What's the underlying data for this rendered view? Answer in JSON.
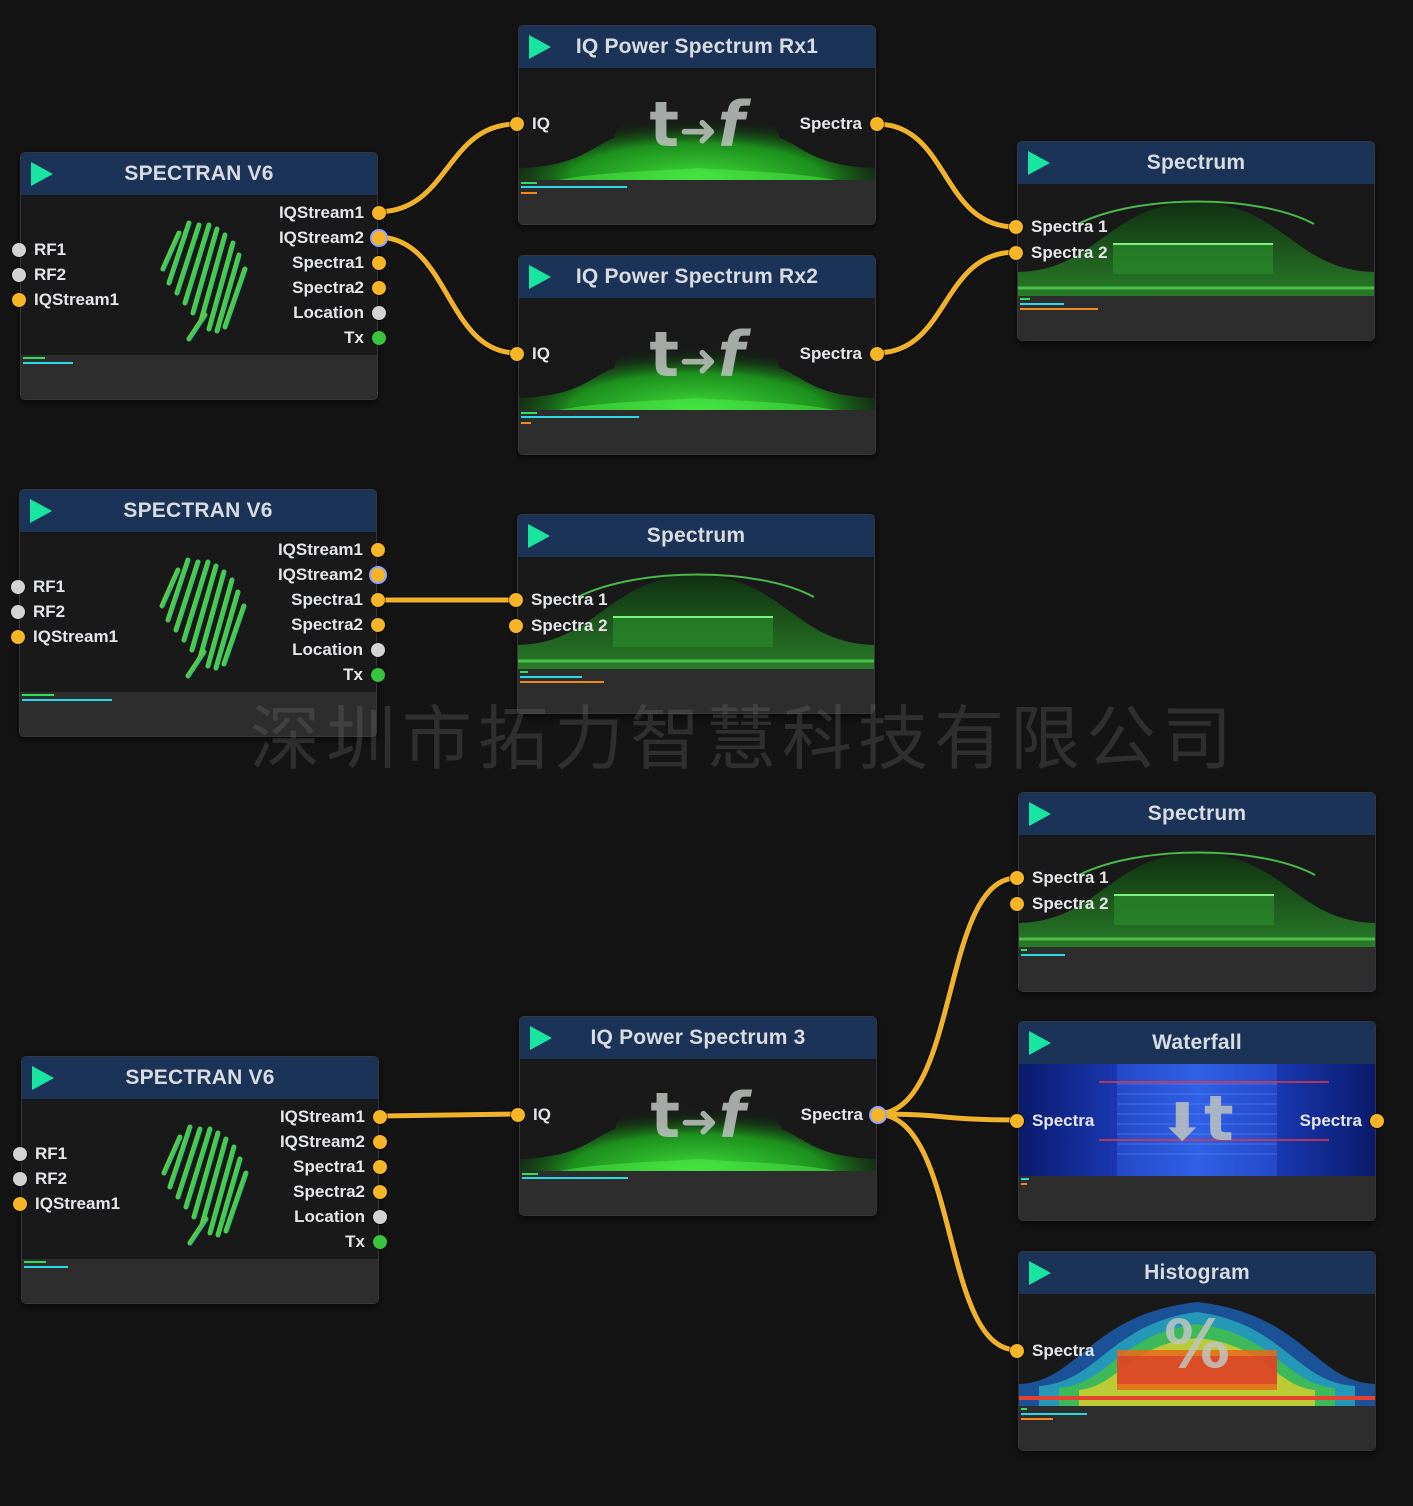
{
  "colors": {
    "background": "#141415",
    "header": "#1a3356",
    "play": "#18e6a0",
    "wire": "#f0b22a",
    "port_stream": "#f6b526",
    "port_rf": "#d3d3d3",
    "port_tx": "#38c43c"
  },
  "icons": {
    "play": "play-icon",
    "spectran_logo": "spectran-logo-icon",
    "fft": "time-to-frequency-icon",
    "waterfall": "down-arrow-time-icon",
    "histogram": "percent-icon"
  },
  "nodes": {
    "spectran1": {
      "title": "SPECTRAN V6",
      "inputs": [
        "RF1",
        "RF2",
        "IQStream1"
      ],
      "outputs": [
        "IQStream1",
        "IQStream2",
        "Spectra1",
        "Spectra2",
        "Location",
        "Tx"
      ]
    },
    "spectran2": {
      "title": "SPECTRAN V6",
      "inputs": [
        "RF1",
        "RF2",
        "IQStream1"
      ],
      "outputs": [
        "IQStream1",
        "IQStream2",
        "Spectra1",
        "Spectra2",
        "Location",
        "Tx"
      ]
    },
    "spectran3": {
      "title": "SPECTRAN V6",
      "inputs": [
        "RF1",
        "RF2",
        "IQStream1"
      ],
      "outputs": [
        "IQStream1",
        "IQStream2",
        "Spectra1",
        "Spectra2",
        "Location",
        "Tx"
      ]
    },
    "iq_rx1": {
      "title": "IQ Power Spectrum Rx1",
      "input": "IQ",
      "output": "Spectra",
      "icon_text_from": "t",
      "icon_text_to": "f"
    },
    "iq_rx2": {
      "title": "IQ Power Spectrum Rx2",
      "input": "IQ",
      "output": "Spectra",
      "icon_text_from": "t",
      "icon_text_to": "f"
    },
    "iq_3": {
      "title": "IQ Power Spectrum 3",
      "input": "IQ",
      "output": "Spectra",
      "icon_text_from": "t",
      "icon_text_to": "f"
    },
    "spectrum_top": {
      "title": "Spectrum",
      "inputs": [
        "Spectra 1",
        "Spectra 2"
      ]
    },
    "spectrum_mid": {
      "title": "Spectrum",
      "inputs": [
        "Spectra 1",
        "Spectra 2"
      ]
    },
    "spectrum_bottom": {
      "title": "Spectrum",
      "inputs": [
        "Spectra 1",
        "Spectra 2"
      ]
    },
    "waterfall": {
      "title": "Waterfall",
      "input": "Spectra",
      "output": "Spectra",
      "icon_text": "t"
    },
    "histogram": {
      "title": "Histogram",
      "input": "Spectra",
      "icon_text": "%"
    }
  },
  "watermark": "深圳市拓力智慧科技有限公司"
}
